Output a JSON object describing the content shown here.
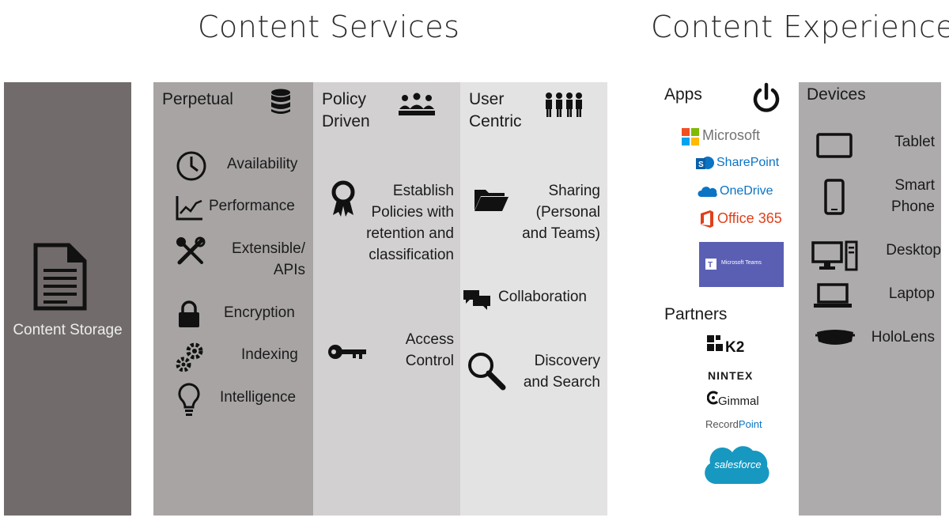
{
  "headings": {
    "services": "Content Services",
    "experiences": "Content Experiences"
  },
  "storage": {
    "label": "Content Storage",
    "icon": "document-icon"
  },
  "perpetual": {
    "title": "Perpetual",
    "icon": "database-icon",
    "items": [
      {
        "label": "Availability",
        "icon": "clock-icon"
      },
      {
        "label": "Performance",
        "icon": "chart-line-icon"
      },
      {
        "label1": "Extensible/",
        "label2": "APIs",
        "icon": "tools-icon"
      },
      {
        "label": "Encryption",
        "icon": "lock-icon"
      },
      {
        "label": "Indexing",
        "icon": "gears-icon"
      },
      {
        "label": "Intelligence",
        "icon": "lightbulb-icon"
      }
    ]
  },
  "policy": {
    "title1": "Policy",
    "title2": "Driven",
    "icon": "group-icon",
    "items": [
      {
        "lines": [
          "Establish",
          "Policies with",
          "retention and",
          "classification"
        ],
        "icon": "award-ribbon-icon"
      },
      {
        "lines": [
          "Access",
          "Control"
        ],
        "icon": "key-icon"
      }
    ]
  },
  "user": {
    "title1": "User",
    "title2": "Centric",
    "icon": "people-icon",
    "items": [
      {
        "lines": [
          "Sharing",
          "(Personal",
          "and Teams)"
        ],
        "icon": "folder-icon"
      },
      {
        "lines": [
          "Collaboration"
        ],
        "icon": "chat-bubbles-icon"
      },
      {
        "lines": [
          "Discovery",
          "and Search"
        ],
        "icon": "magnifier-icon"
      }
    ]
  },
  "apps": {
    "title": "Apps",
    "icon": "power-icon",
    "logos": {
      "microsoft": "Microsoft",
      "sharepoint": "SharePoint",
      "onedrive": "OneDrive",
      "office365": "Office 365",
      "teams": "Microsoft Teams"
    }
  },
  "partners": {
    "title": "Partners",
    "logos": {
      "k2": "K2",
      "nintex": "NINTEX",
      "gimmal": "Gimmal",
      "recordpoint_a": "Record",
      "recordpoint_b": "Point",
      "salesforce": "salesforce"
    }
  },
  "devices": {
    "title": "Devices",
    "items": [
      {
        "lines": [
          "Tablet"
        ],
        "icon": "tablet-icon"
      },
      {
        "lines": [
          "Smart",
          "Phone"
        ],
        "icon": "phone-icon"
      },
      {
        "lines": [
          "Desktop"
        ],
        "icon": "desktop-icon"
      },
      {
        "lines": [
          "Laptop"
        ],
        "icon": "laptop-icon"
      },
      {
        "lines": [
          "HoloLens"
        ],
        "icon": "hololens-icon"
      }
    ]
  },
  "colors": {
    "storage": "#716c6b",
    "perpetual": "#a8a4a4",
    "policy": "#d2d0d0",
    "user": "#e4e3e3",
    "devices": "#adabab",
    "sharepoint": "#0b74c4",
    "onedrive": "#0b74c4",
    "office": "#e0401a",
    "teams": "#5a5fb4",
    "salesforce": "#1798c1"
  }
}
